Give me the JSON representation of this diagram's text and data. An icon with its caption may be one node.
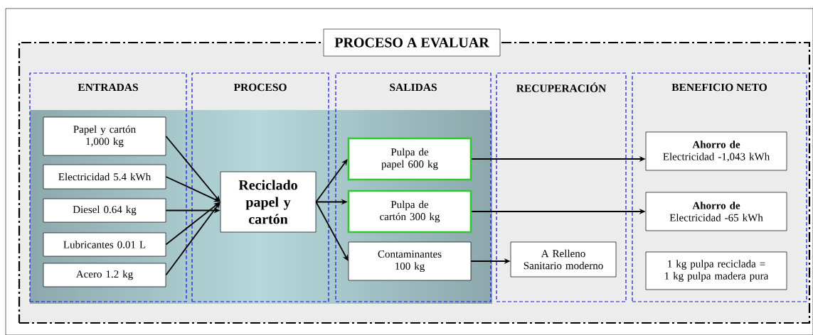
{
  "diagram": {
    "nodes": [
      {
        "text": [
          "PROCESO A EVALUAR"
        ]
      },
      {
        "text": [
          "ENTRADAS"
        ],
        "in": 0
      },
      {
        "text": [
          "PROCESO"
        ],
        "in": 0
      },
      {
        "text": [
          "SALIDAS"
        ],
        "in": 0
      },
      {
        "text": [
          "RECUPERACIÓN"
        ],
        "in": 0
      },
      {
        "text": [
          "BENEFICIO NETO"
        ],
        "in": 0
      },
      {
        "text": [
          "Papel y cartón 1,000 kg"
        ],
        "in": 1
      },
      {
        "text": [
          "Electricidad 5.4 kWh"
        ],
        "in": 1
      },
      {
        "text": [
          "Diesel 0.64 kg"
        ],
        "in": 1
      },
      {
        "text": [
          "Lubricantes  0.01 L"
        ],
        "in": 1
      },
      {
        "text": [
          "Acero    1.2 kg"
        ],
        "in": 1
      },
      {
        "text": [
          "Reciclado papel y cartón"
        ],
        "in": 2
      },
      {
        "text": [
          "Pulpa de papel 600  kg"
        ],
        "in": 3
      },
      {
        "text": [
          "Pulpa de cartón 300 kg"
        ],
        "in": 3
      },
      {
        "text": [
          "Contaminantes 100 kg"
        ],
        "in": 3
      },
      {
        "text": [
          "A  Relleno Sanitario moderno"
        ],
        "in": 4
      },
      {
        "text": [
          "Ahorro de",
          "Electricidad -1,043 kWh"
        ],
        "in": 5
      },
      {
        "text": [
          "Ahorro de",
          "Electricidad -65 kWh"
        ],
        "in": 5
      },
      {
        "text": [
          "1 kg pulpa reciclada   = 1 kg pulpa madera pura"
        ],
        "in": 5
      }
    ],
    "edges": [
      {
        "from": 6,
        "to": 11,
        "arrow": "to"
      },
      {
        "from": 7,
        "to": 11,
        "arrow": "to"
      },
      {
        "from": 8,
        "to": 11,
        "arrow": "to"
      },
      {
        "from": 9,
        "to": 11,
        "arrow": "to"
      },
      {
        "from": 10,
        "to": 11,
        "arrow": "to"
      },
      {
        "from": 11,
        "to": 12,
        "arrow": "to"
      },
      {
        "from": 11,
        "to": 13,
        "arrow": "to"
      },
      {
        "from": 11,
        "to": 14,
        "arrow": "to"
      },
      {
        "from": 12,
        "to": 16,
        "arrow": "to"
      },
      {
        "from": 13,
        "to": 17,
        "arrow": "to"
      },
      {
        "from": 14,
        "to": 15,
        "arrow": "to"
      }
    ]
  }
}
